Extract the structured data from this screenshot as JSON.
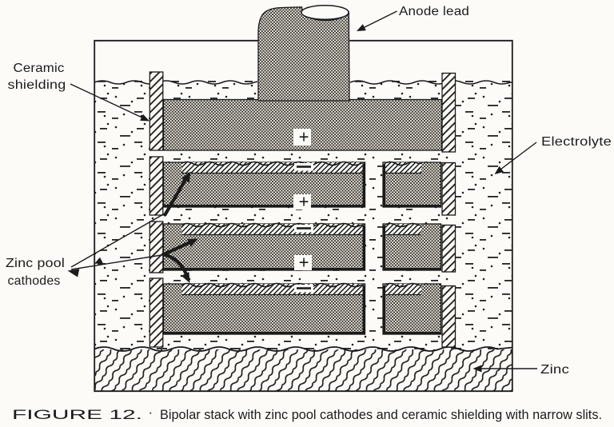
{
  "figure": {
    "colors": {
      "paper": "#fcfbf8",
      "ink": "#1b1b1b"
    },
    "labels": {
      "anode_lead": "Anode lead",
      "ceramic_shielding_line1": "Ceramic",
      "ceramic_shielding_line2": "shielding",
      "electrolyte": "Electrolyte",
      "zinc_pool_line1": "Zinc pool",
      "zinc_pool_line2": "cathodes",
      "zinc": "Zinc",
      "anode_polarity": "+"
    },
    "caption": {
      "figure_no": "FIGURE 12.",
      "separator": "·",
      "text": "Bipolar stack with zinc pool cathodes and ceramic shielding with narrow slits."
    }
  }
}
